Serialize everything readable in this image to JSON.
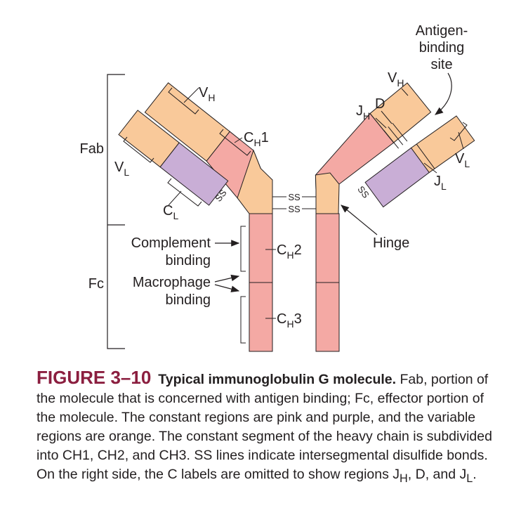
{
  "labels": {
    "antigen_line1": "Antigen-",
    "antigen_line2": "binding",
    "antigen_line3": "site",
    "fab": "Fab",
    "fc": "Fc",
    "hinge": "Hinge",
    "complement_line1": "Complement",
    "complement_line2": "binding",
    "macrophage_line1": "Macrophage",
    "macrophage_line2": "binding",
    "v": "V",
    "c": "C",
    "j": "J",
    "d": "D",
    "h": "H",
    "l": "L",
    "ch1_num": "1",
    "ch2_num": "2",
    "ch3_num": "3",
    "ss": "SS"
  },
  "caption": {
    "number": "FIGURE 3–10",
    "title": "Typical immunoglobulin G molecule.",
    "text_part1": " Fab, portion of the molecule that is concerned with antigen binding; Fc, effector portion of the molecule. The constant regions are pink and purple, and the variable regions are orange. The constant segment of the heavy chain is subdivided into CH1, CH2, and CH3. SS lines indicate intersegmental disulfide bonds. On the right side, the C labels are omitted to show regions J",
    "sub_h": "H",
    "text_part2": ", D, and J",
    "sub_l": "L",
    "text_part3": "."
  },
  "colors": {
    "variable": "#f9c99a",
    "constant_heavy": "#f4a9a4",
    "constant_light": "#c9aed6",
    "outline": "#231f20",
    "figure_number": "#8b1e3f"
  }
}
